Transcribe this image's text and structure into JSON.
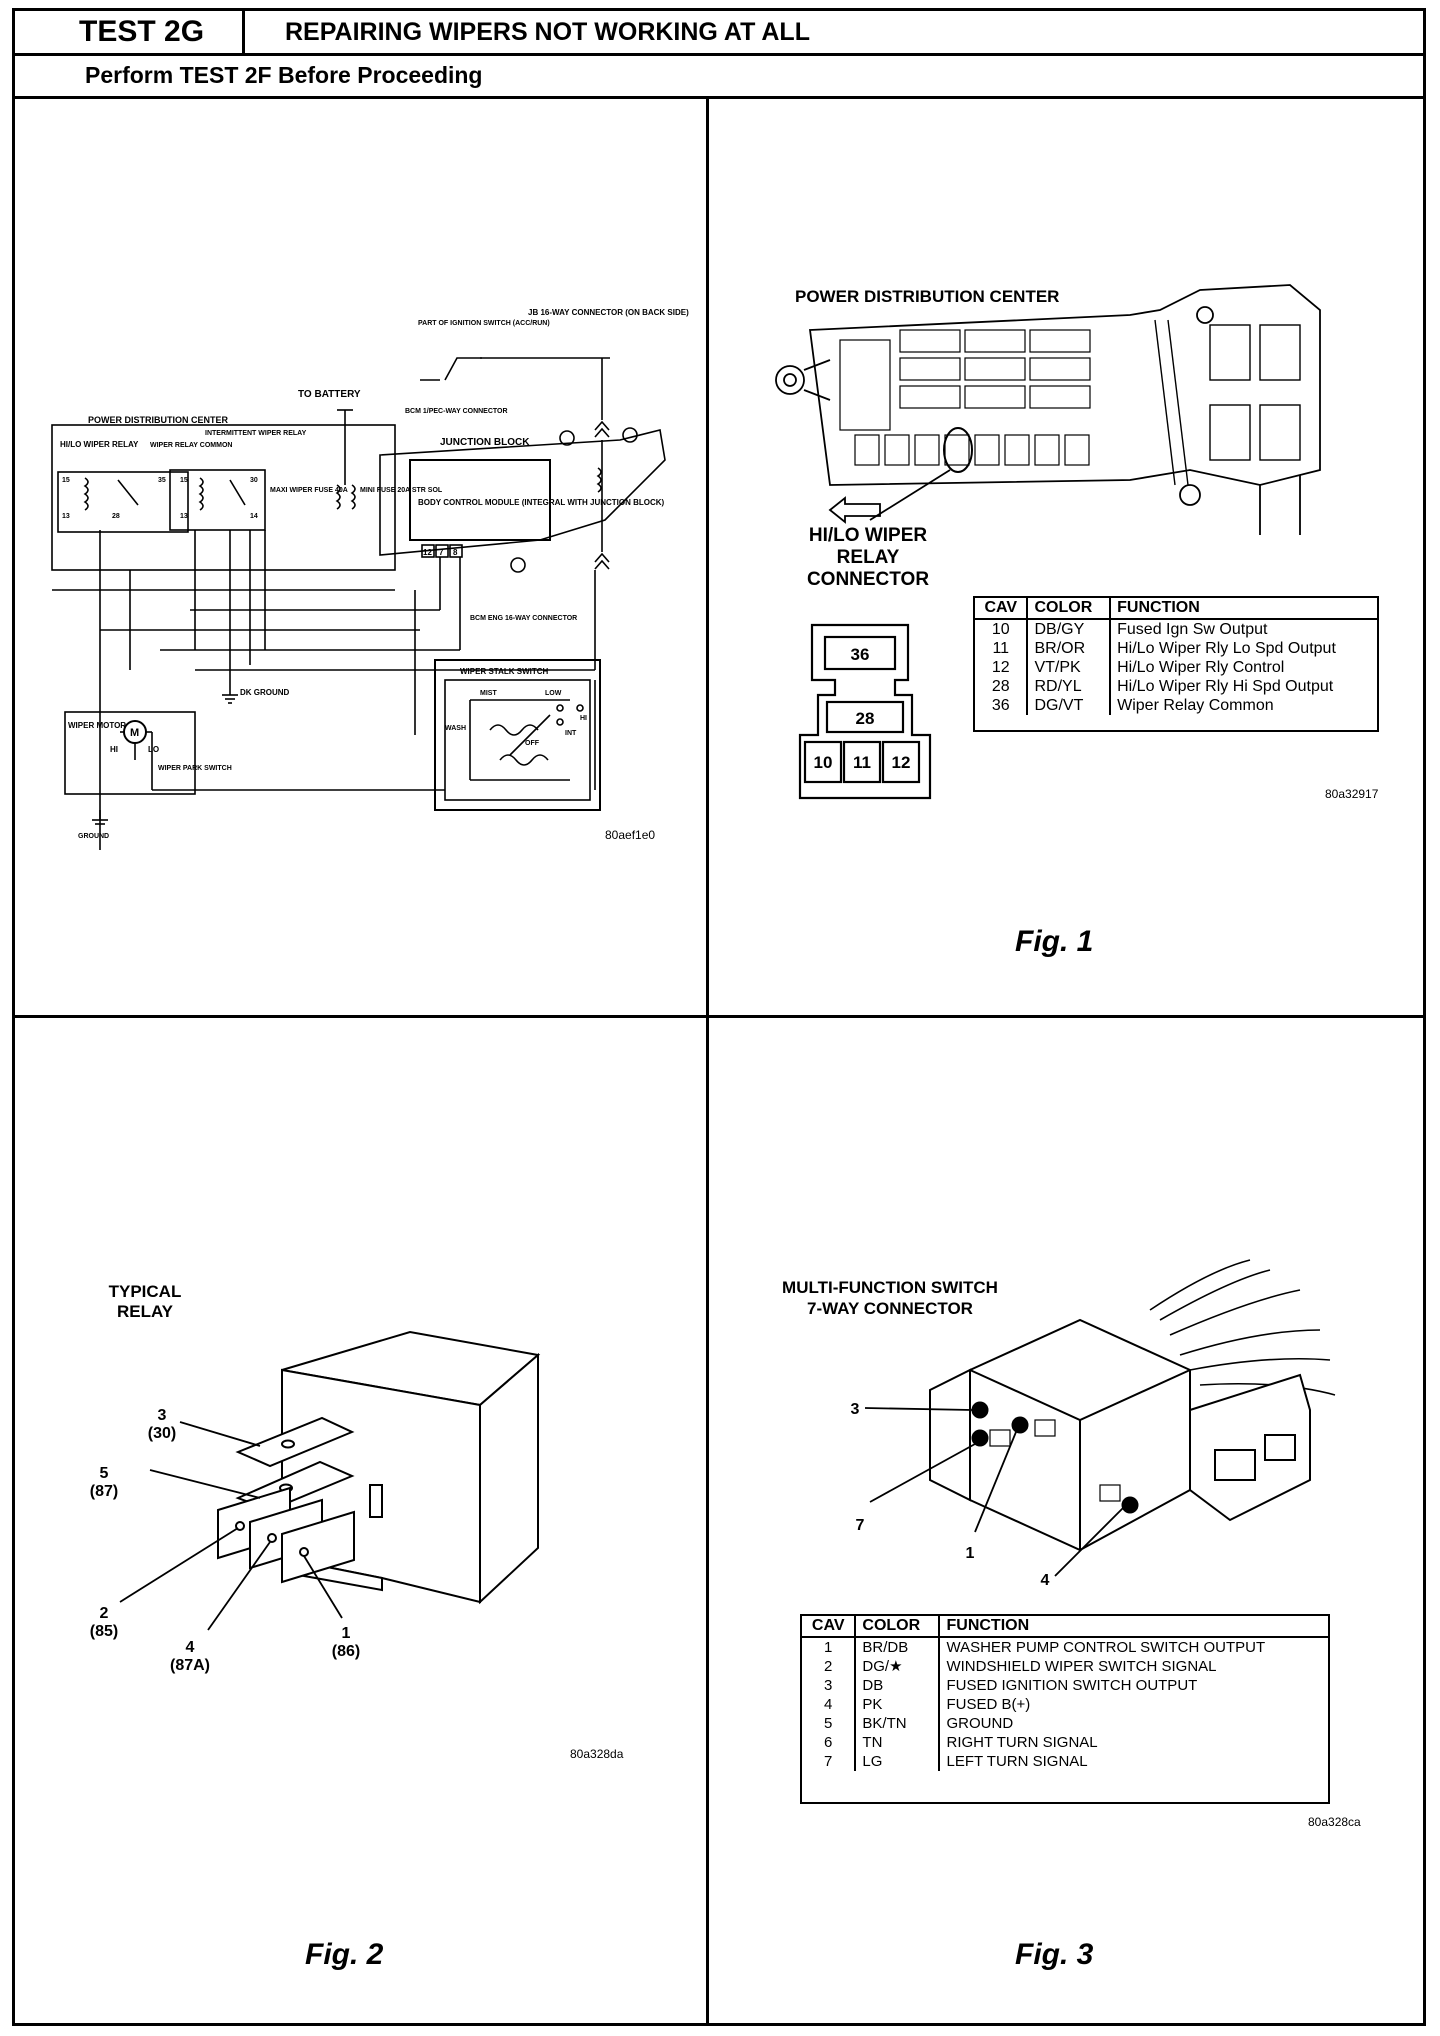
{
  "header": {
    "test_id": "TEST 2G",
    "title": "REPAIRING WIPERS NOT WORKING AT ALL",
    "subtitle": "Perform TEST 2F Before Proceeding"
  },
  "schematic": {
    "image_code": "80aef1e0",
    "labels": {
      "pdc": "POWER DISTRIBUTION CENTER",
      "hilo_relay": "HI/LO WIPER RELAY",
      "wiper_relay_common": "WIPER RELAY COMMON",
      "intermittent_relay": "INTERMITTENT WIPER RELAY",
      "maxi_fuse": "MAXI WIPER FUSE 40A",
      "mini_fuse": "MINI FUSE 20A STR SOL",
      "to_battery": "TO BATTERY",
      "ign_switch": "PART OF IGNITION SWITCH (ACC/RUN)",
      "jb_connector": "JB 16-WAY CONNECTOR (ON BACK SIDE)",
      "bcm_connector": "BCM 1/PEC-WAY CONNECTOR",
      "junction_block": "JUNCTION BLOCK",
      "bcm": "BODY CONTROL MODULE (INTEGRAL WITH JUNCTION BLOCK)",
      "bcm_eng": "BCM ENG 16-WAY CONNECTOR",
      "ground_dk": "DK GROUND",
      "wiper_motor": "WIPER MOTOR",
      "motor_symbol": "M",
      "hi": "HI",
      "lo": "LO",
      "park_switch": "WIPER PARK SWITCH",
      "stalk_switch": "WIPER STALK SWITCH",
      "mist": "MIST",
      "low": "LOW",
      "hi_sw": "HI",
      "int": "INT",
      "off": "OFF",
      "wash": "WASH",
      "ground_bottom": "GROUND",
      "pins": [
        "15",
        "13",
        "28",
        "35",
        "15",
        "13",
        "30",
        "14",
        "12",
        "7",
        "8"
      ]
    }
  },
  "fig1": {
    "caption": "Fig. 1",
    "image_code": "80a32917",
    "title": "POWER DISTRIBUTION CENTER",
    "connector_label": "HI/LO WIPER RELAY CONNECTOR",
    "cavities": [
      "36",
      "28",
      "10",
      "11",
      "12"
    ],
    "table": {
      "headers": [
        "CAV",
        "COLOR",
        "FUNCTION"
      ],
      "rows": [
        {
          "cav": "10",
          "color": "DB/GY",
          "function": "Fused Ign Sw Output"
        },
        {
          "cav": "11",
          "color": "BR/OR",
          "function": "Hi/Lo Wiper Rly Lo Spd Output"
        },
        {
          "cav": "12",
          "color": "VT/PK",
          "function": "Hi/Lo Wiper Rly Control"
        },
        {
          "cav": "28",
          "color": "RD/YL",
          "function": "Hi/Lo Wiper Rly Hi Spd Output"
        },
        {
          "cav": "36",
          "color": "DG/VT",
          "function": "Wiper Relay Common"
        }
      ]
    }
  },
  "fig2": {
    "caption": "Fig. 2",
    "image_code": "80a328da",
    "title_line1": "TYPICAL",
    "title_line2": "RELAY",
    "terminals": [
      {
        "num": "3",
        "alt": "(30)"
      },
      {
        "num": "5",
        "alt": "(87)"
      },
      {
        "num": "2",
        "alt": "(85)"
      },
      {
        "num": "4",
        "alt": "(87A)"
      },
      {
        "num": "1",
        "alt": "(86)"
      }
    ]
  },
  "fig3": {
    "caption": "Fig. 3",
    "image_code": "80a328ca",
    "title_line1": "MULTI-FUNCTION SWITCH",
    "title_line2": "7-WAY CONNECTOR",
    "callouts": [
      "3",
      "7",
      "1",
      "4"
    ],
    "table": {
      "headers": [
        "CAV",
        "COLOR",
        "FUNCTION"
      ],
      "rows": [
        {
          "cav": "1",
          "color": "BR/DB",
          "function": "WASHER PUMP CONTROL SWITCH OUTPUT"
        },
        {
          "cav": "2",
          "color": "DG/★",
          "function": "WINDSHIELD WIPER SWITCH SIGNAL"
        },
        {
          "cav": "3",
          "color": "DB",
          "function": "FUSED IGNITION SWITCH OUTPUT"
        },
        {
          "cav": "4",
          "color": "PK",
          "function": "FUSED B(+)"
        },
        {
          "cav": "5",
          "color": "BK/TN",
          "function": "GROUND"
        },
        {
          "cav": "6",
          "color": "TN",
          "function": "RIGHT TURN SIGNAL"
        },
        {
          "cav": "7",
          "color": "LG",
          "function": "LEFT TURN SIGNAL"
        }
      ]
    }
  }
}
